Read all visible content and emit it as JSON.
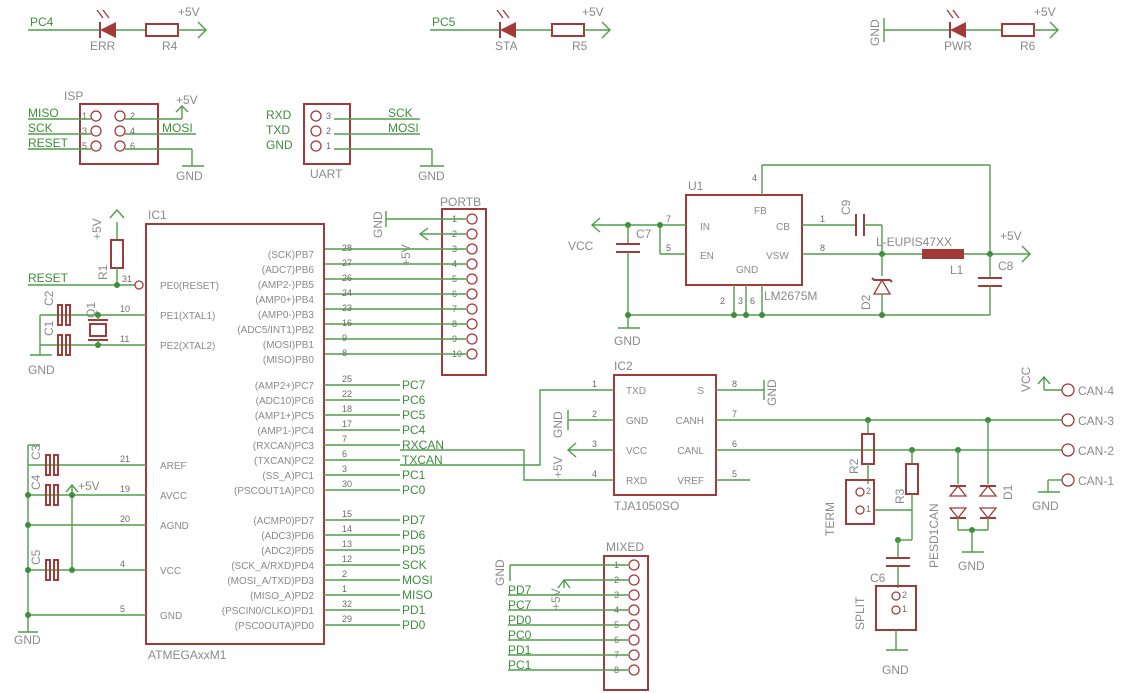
{
  "leds": [
    {
      "net": "PC4",
      "name": "ERR",
      "res": "R4",
      "supply": "+5V"
    },
    {
      "net": "PC5",
      "name": "STA",
      "res": "R5",
      "supply": "+5V"
    },
    {
      "net": "GND",
      "name": "PWR",
      "res": "R6",
      "supply": "+5V"
    }
  ],
  "isp": {
    "title": "ISP",
    "left_nets": [
      "MISO",
      "SCK",
      "RESET"
    ],
    "left_pins": [
      "1",
      "3",
      "5"
    ],
    "right_pins": [
      "2",
      "4",
      "6"
    ],
    "right_nets": [
      "",
      "MOSI",
      ""
    ],
    "supply": "+5V",
    "gnd": "GND"
  },
  "uart": {
    "title": "UART",
    "left_nets": [
      "RXD",
      "TXD",
      "GND"
    ],
    "pins": [
      "3",
      "2",
      "1"
    ],
    "right_nets": [
      "SCK",
      "MOSI",
      ""
    ],
    "gnd": "GND"
  },
  "portb": {
    "title": "PORTB",
    "pins": [
      "1",
      "2",
      "3",
      "4",
      "5",
      "6",
      "7",
      "8",
      "9",
      "10"
    ],
    "gnd": "GND",
    "supply": "+5V"
  },
  "mcu": {
    "ref": "IC1",
    "part": "ATMEGAxxM1",
    "left_pins": [
      {
        "num": "31",
        "name": "PE0(RESET)"
      },
      {
        "num": "10",
        "name": "PE1(XTAL1)"
      },
      {
        "num": "11",
        "name": "PE2(XTAL2)"
      },
      {
        "num": "21",
        "name": "AREF"
      },
      {
        "num": "19",
        "name": "AVCC"
      },
      {
        "num": "20",
        "name": "AGND"
      },
      {
        "num": "4",
        "name": "VCC"
      },
      {
        "num": "5",
        "name": "GND"
      }
    ],
    "right_pins": [
      {
        "num": "28",
        "name": "(SCK)PB7",
        "net": ""
      },
      {
        "num": "27",
        "name": "(ADC7)PB6",
        "net": ""
      },
      {
        "num": "26",
        "name": "(AMP2-)PB5",
        "net": ""
      },
      {
        "num": "24",
        "name": "(AMP0+)PB4",
        "net": ""
      },
      {
        "num": "23",
        "name": "(AMP0-)PB3",
        "net": ""
      },
      {
        "num": "16",
        "name": "(ADC5/INT1)PB2",
        "net": ""
      },
      {
        "num": "9",
        "name": "(MOSI)PB1",
        "net": ""
      },
      {
        "num": "8",
        "name": "(MISO)PB0",
        "net": ""
      },
      {
        "num": "25",
        "name": "(AMP2+)PC7",
        "net": "PC7"
      },
      {
        "num": "22",
        "name": "(ADC10)PC6",
        "net": "PC6"
      },
      {
        "num": "18",
        "name": "(AMP1+)PC5",
        "net": "PC5"
      },
      {
        "num": "17",
        "name": "(AMP1-)PC4",
        "net": "PC4"
      },
      {
        "num": "7",
        "name": "(RXCAN)PC3",
        "net": "RXCAN"
      },
      {
        "num": "6",
        "name": "(TXCAN)PC2",
        "net": "TXCAN"
      },
      {
        "num": "3",
        "name": "(SS_A)PC1",
        "net": "PC1"
      },
      {
        "num": "30",
        "name": "(PSCOUT1A)PC0",
        "net": "PC0"
      },
      {
        "num": "15",
        "name": "(ACMP0)PD7",
        "net": "PD7"
      },
      {
        "num": "14",
        "name": "(ADC3)PD6",
        "net": "PD6"
      },
      {
        "num": "13",
        "name": "(ADC2)PD5",
        "net": "PD5"
      },
      {
        "num": "12",
        "name": "(SCK_A/RXD)PD4",
        "net": "SCK"
      },
      {
        "num": "2",
        "name": "(MOSI_A/TXD)PD3",
        "net": "MOSI"
      },
      {
        "num": "1",
        "name": "(MISO_A)PD2",
        "net": "MISO"
      },
      {
        "num": "32",
        "name": "(PSCIN0/CLKO)PD1",
        "net": "PD1"
      },
      {
        "num": "29",
        "name": "(PSC0OUTA)PD0",
        "net": "PD0"
      }
    ],
    "reset_net": "RESET",
    "r1": "R1",
    "r1_supply": "+5V",
    "q1": "Q1",
    "c1": "C1",
    "c2": "C2",
    "c3": "C3",
    "c4": "C4",
    "c5": "C5",
    "c4_supply": "+5V",
    "gnd": "GND"
  },
  "regulator": {
    "ref": "U1",
    "part": "LM2675M",
    "pins": [
      {
        "num": "7",
        "name": "IN"
      },
      {
        "num": "5",
        "name": "EN"
      },
      {
        "num": "4",
        "name": "FB"
      },
      {
        "num": "1",
        "name": "CB"
      },
      {
        "num": "8",
        "name": "VSW"
      },
      {
        "num": "2",
        "name": ""
      },
      {
        "num": "3",
        "name": ""
      },
      {
        "num": "6",
        "name": ""
      }
    ],
    "gnd_label": "GND",
    "vcc": "VCC",
    "c7": "C7",
    "c8": "C8",
    "c9": "C9",
    "d2": "D2",
    "l1": "L1",
    "l1_part": "L-EUPIS47XX",
    "out": "+5V",
    "gnd": "GND"
  },
  "can": {
    "ref": "IC2",
    "part": "TJA1050SO",
    "left_pins": [
      {
        "num": "1",
        "name": "TXD"
      },
      {
        "num": "2",
        "name": "GND"
      },
      {
        "num": "3",
        "name": "VCC"
      },
      {
        "num": "4",
        "name": "RXD"
      }
    ],
    "right_pins": [
      {
        "num": "8",
        "name": "S"
      },
      {
        "num": "7",
        "name": "CANH"
      },
      {
        "num": "6",
        "name": "CANL"
      },
      {
        "num": "5",
        "name": "VREF"
      }
    ],
    "gnd": "GND",
    "supply": "+5V",
    "r2": "R2",
    "r3": "R3",
    "term": "TERM",
    "split": "SPLIT",
    "c6": "C6",
    "pesd": "PESD1CAN",
    "d1": "D1",
    "vcc": "VCC",
    "connectors": [
      "CAN-4",
      "CAN-3",
      "CAN-2",
      "CAN-1"
    ],
    "jumper_pins": [
      "2",
      "1"
    ]
  },
  "mixed": {
    "title": "MIXED",
    "pins": [
      "1",
      "2",
      "3",
      "4",
      "5",
      "6",
      "7",
      "8"
    ],
    "nets": [
      "GND",
      "+5V",
      "PD7",
      "PC7",
      "PD0",
      "PC0",
      "PD1",
      "PC1"
    ]
  },
  "colors": {
    "wire": "#4f9d49",
    "part": "#a33a3a",
    "text": "#8a8a8a",
    "net_label": "#3f8d3c"
  }
}
